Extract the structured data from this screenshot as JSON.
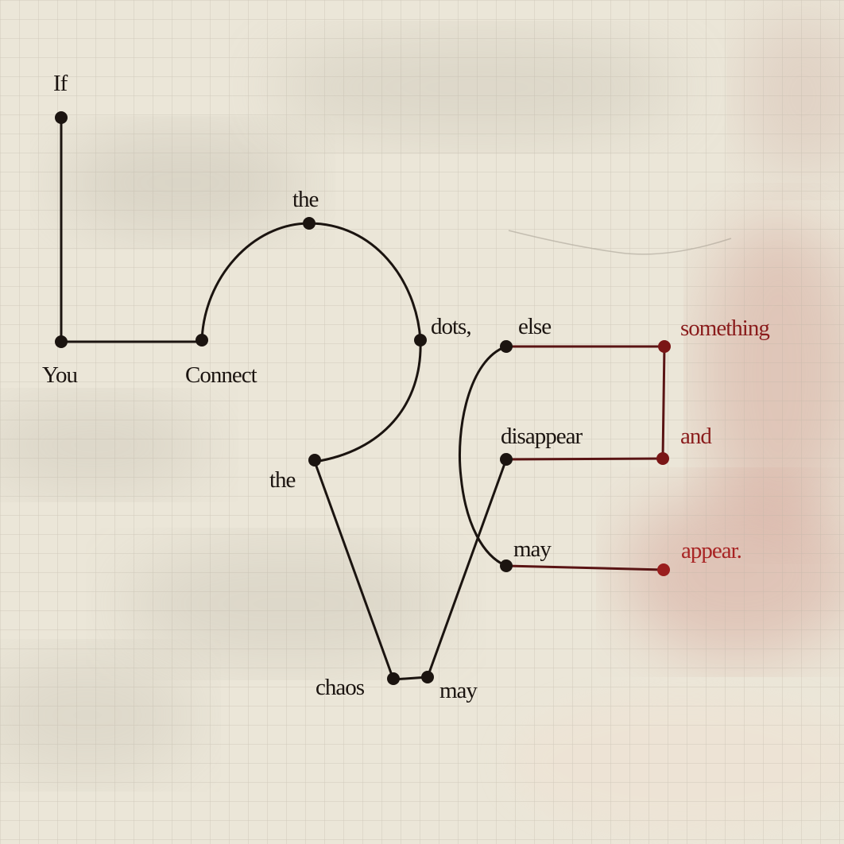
{
  "palette": {
    "paper": "#ebe6d8",
    "grid": "#b9b3a4",
    "ink": "#1b1410",
    "red": "#8a1c1c"
  },
  "words": {
    "if": "If",
    "you": "You",
    "connect": "Connect",
    "the_top": "the",
    "dots": "dots,",
    "the_mid": "the",
    "chaos": "chaos",
    "may_bottom": "may",
    "else": "else",
    "disappear": "disappear",
    "may_right": "may",
    "something": "something",
    "and": "and",
    "appear": "appear."
  }
}
